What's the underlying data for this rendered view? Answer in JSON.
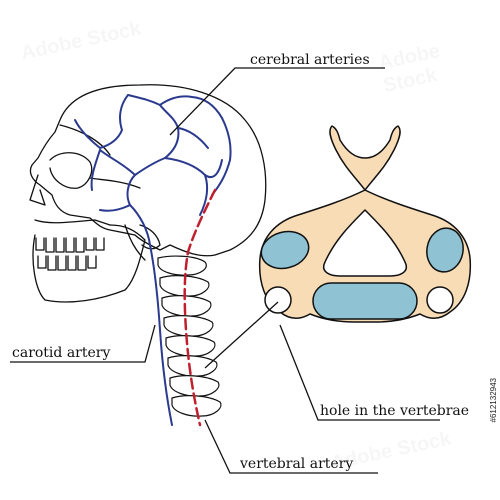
{
  "labels": {
    "cerebral": "cerebral arteries",
    "carotid": "carotid artery",
    "hole": "hole in the vertebrae",
    "vertebral": "vertebral artery"
  },
  "stock_id": "#612132943",
  "watermark": "Adobe Stock",
  "colors": {
    "artery_blue": "#2b3a8f",
    "artery_red": "#c0202e",
    "bone_fill": "#f7dcb6",
    "cartilage_fill": "#8fc3d3",
    "outline": "#111111"
  }
}
